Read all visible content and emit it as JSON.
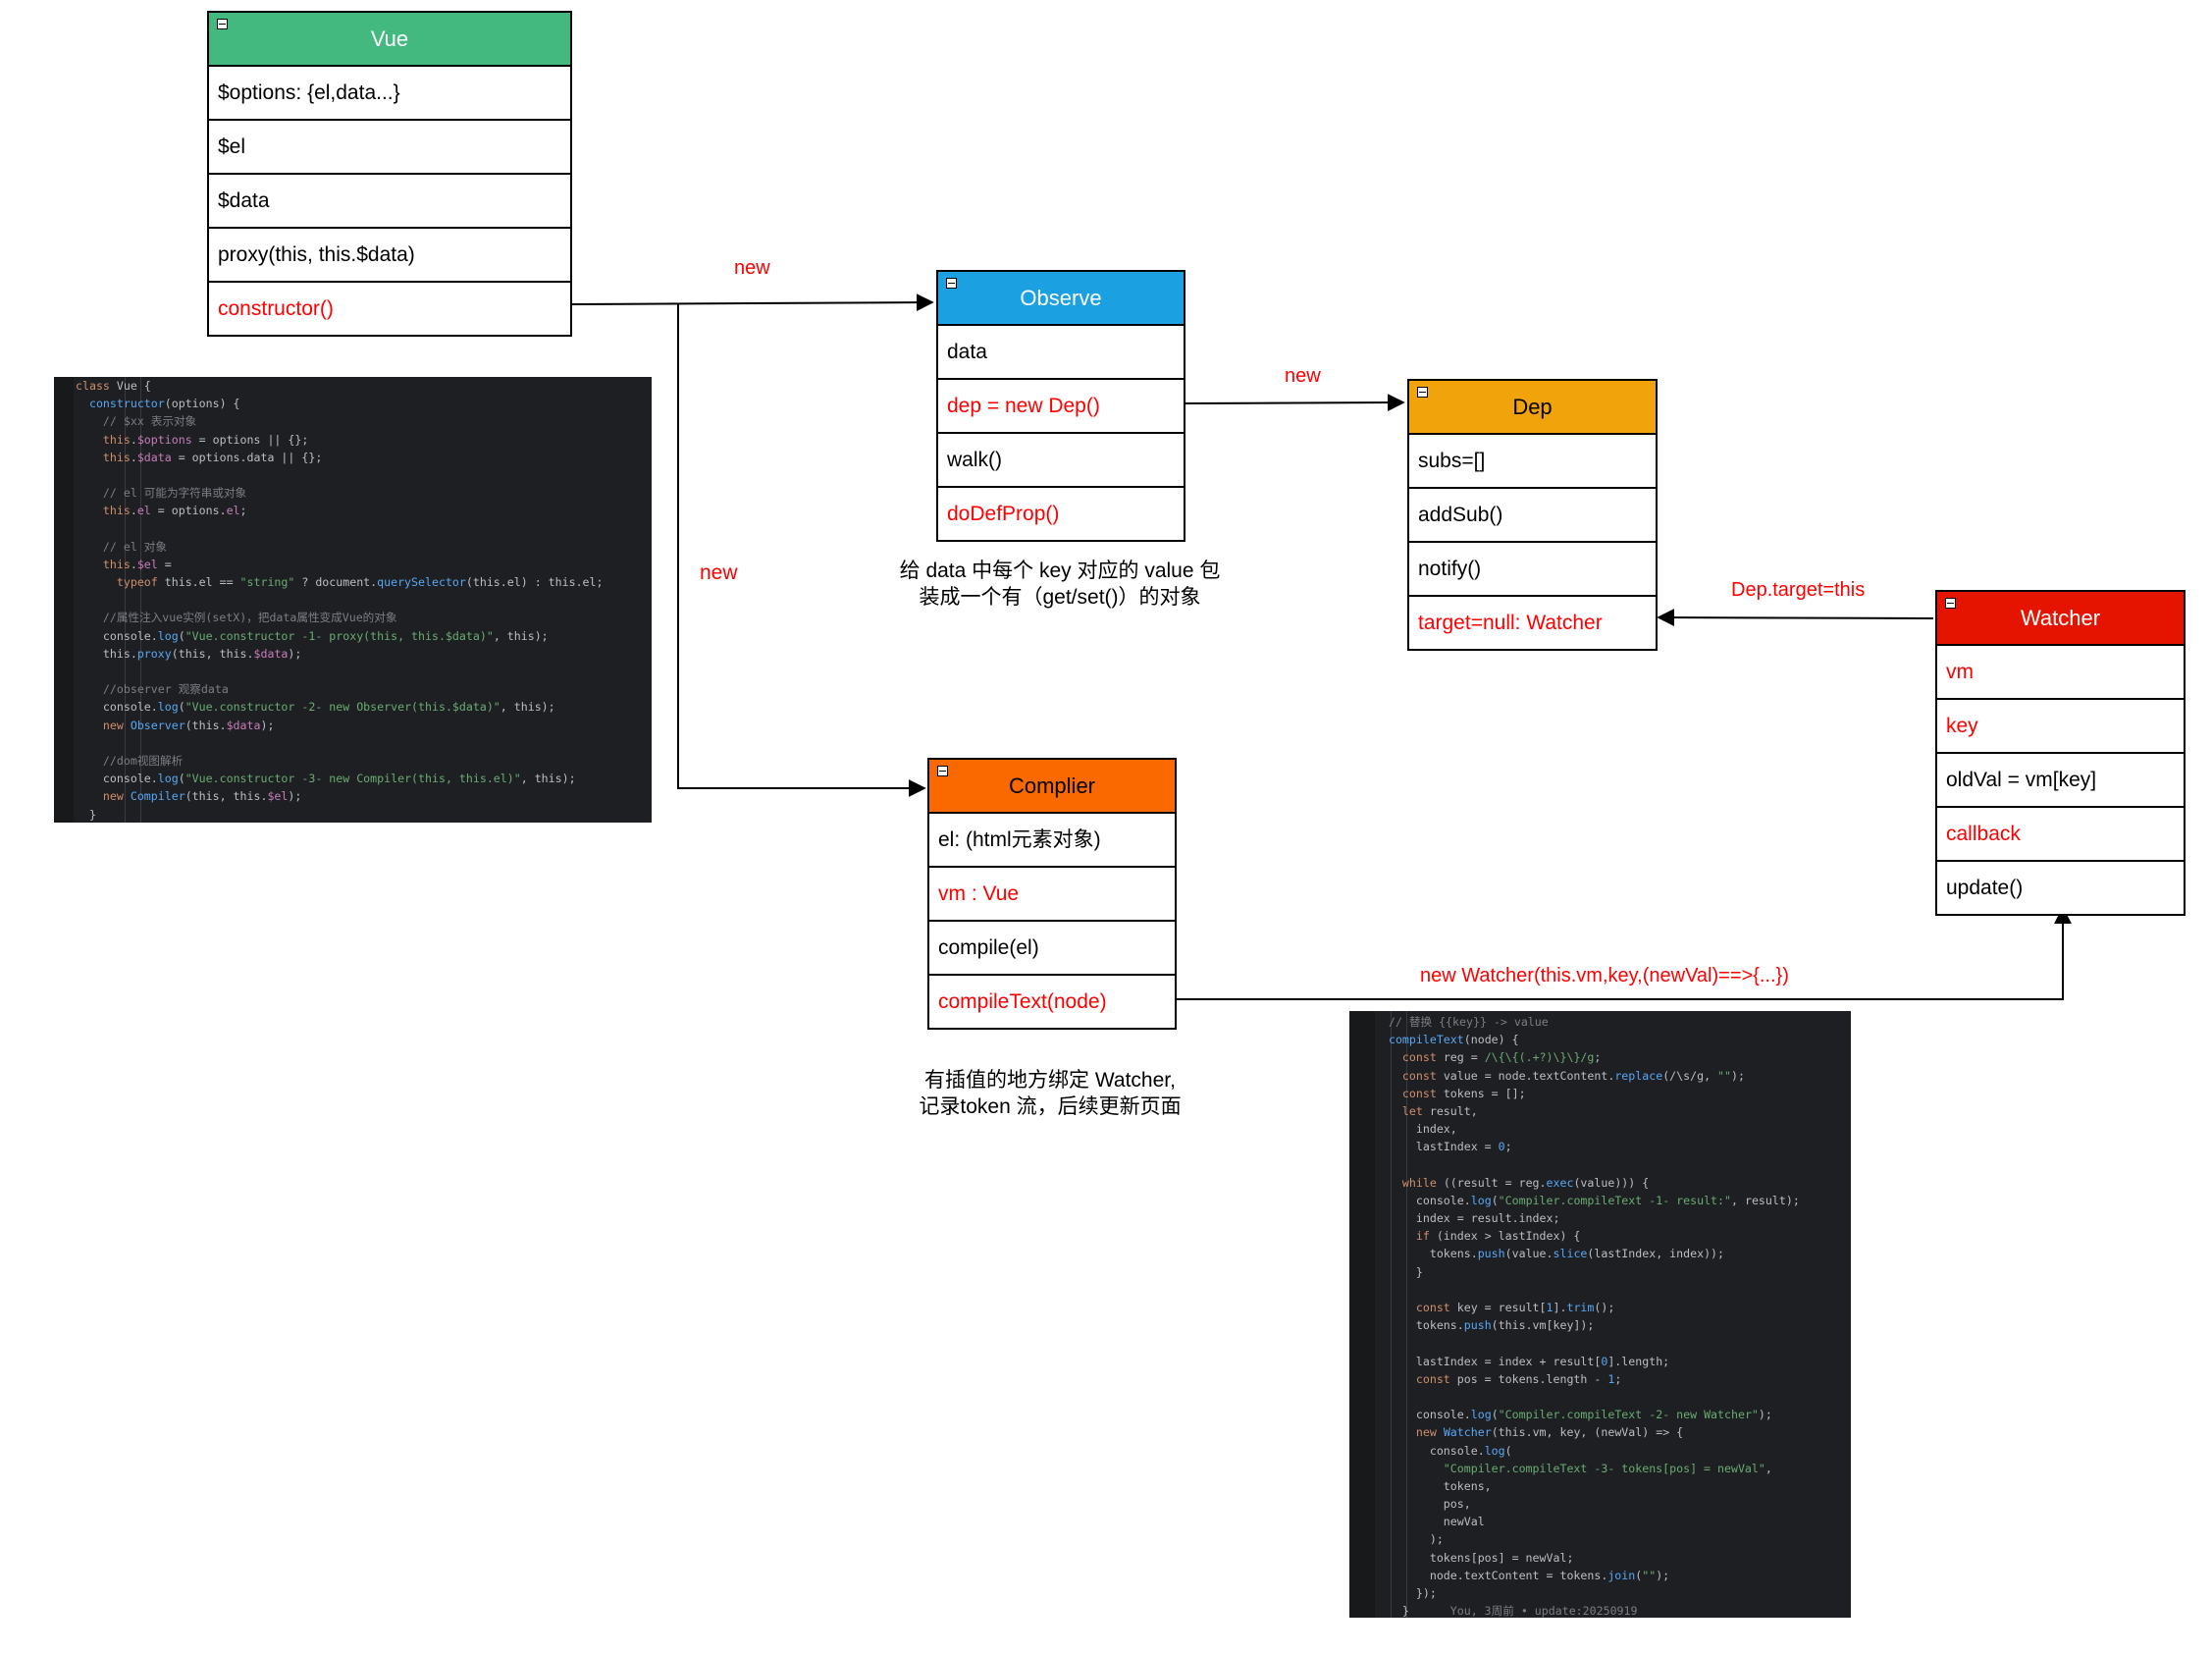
{
  "colors": {
    "vue": "#43b97f",
    "observe": "#1ba1e2",
    "dep": "#f0a30a",
    "watcher": "#e51400",
    "complier": "#fa6800",
    "highlight": "#ff0000",
    "code_bg": "#1e1f22",
    "code_text": "#bcbec4",
    "code_keyword": "#cf8e6d",
    "code_string": "#6aab73",
    "code_comment": "#7a7e85",
    "code_prop": "#c77dbb",
    "code_fn": "#56a8f5"
  },
  "classes": {
    "vue": {
      "title": "Vue",
      "rows": [
        {
          "text": "$options: {el,data...}",
          "red": false
        },
        {
          "text": "$el",
          "red": false
        },
        {
          "text": "$data",
          "red": false
        },
        {
          "text": "proxy(this, this.$data)",
          "red": false
        },
        {
          "text": "constructor()",
          "red": true
        }
      ]
    },
    "observe": {
      "title": "Observe",
      "rows": [
        {
          "text": "data",
          "red": false
        },
        {
          "text": "dep = new Dep()",
          "red": true
        },
        {
          "text": "walk()",
          "red": false
        },
        {
          "text": "doDefProp()",
          "red": true
        }
      ]
    },
    "dep": {
      "title": "Dep",
      "rows": [
        {
          "text": "subs=[]",
          "red": false
        },
        {
          "text": "addSub()",
          "red": false
        },
        {
          "text": "notify()",
          "red": false
        },
        {
          "text": "target=null: Watcher",
          "red": true
        }
      ]
    },
    "watcher": {
      "title": "Watcher",
      "rows": [
        {
          "text": "vm",
          "red": true
        },
        {
          "text": "key",
          "red": true
        },
        {
          "text": "oldVal = vm[key]",
          "red": false
        },
        {
          "text": "callback",
          "red": true
        },
        {
          "text": "update()",
          "red": false
        }
      ]
    },
    "complier": {
      "title": "Complier",
      "rows": [
        {
          "text": "el: (html元素对象)",
          "red": false
        },
        {
          "text": "vm : Vue",
          "red": true
        },
        {
          "text": "compile(el)",
          "red": false
        },
        {
          "text": "compileText(node)",
          "red": true
        }
      ]
    }
  },
  "edge_labels": {
    "vue_to_observe": "new",
    "vue_to_complier": "new",
    "observe_to_dep": "new",
    "watcher_to_dep": "Dep.target=this",
    "complier_to_watcher": "new Watcher(this.vm,key,(newVal)==>{...})"
  },
  "notes": {
    "observe_note": [
      "给 data 中每个 key 对应的 value 包",
      "装成一个有（get/set()）的对象"
    ],
    "complier_note": [
      "有插值的地方绑定 Watcher,",
      "记录token 流，后续更新页面"
    ]
  },
  "code_vue": [
    [
      [
        "class ",
        "k"
      ],
      [
        "Vue ",
        "t"
      ],
      [
        "{",
        "t"
      ]
    ],
    [
      [
        "  constructor",
        "f"
      ],
      [
        "(options) {",
        "t"
      ]
    ],
    [
      [
        "    // $xx 表示对象",
        "c"
      ]
    ],
    [
      [
        "    this",
        "k"
      ],
      [
        ".",
        "t"
      ],
      [
        "$options",
        "p"
      ],
      [
        " = options || {};",
        "t"
      ]
    ],
    [
      [
        "    this",
        "k"
      ],
      [
        ".",
        "t"
      ],
      [
        "$data",
        "p"
      ],
      [
        " = options.data || {};",
        "t"
      ]
    ],
    [
      [
        "",
        "t"
      ]
    ],
    [
      [
        "    // el 可能为字符串或对象",
        "c"
      ]
    ],
    [
      [
        "    this",
        "k"
      ],
      [
        ".",
        "t"
      ],
      [
        "el",
        "p"
      ],
      [
        " = options.",
        "t"
      ],
      [
        "el",
        "p"
      ],
      [
        ";",
        "t"
      ]
    ],
    [
      [
        "",
        "t"
      ]
    ],
    [
      [
        "    // el 对象",
        "c"
      ]
    ],
    [
      [
        "    this",
        "k"
      ],
      [
        ".",
        "t"
      ],
      [
        "$el",
        "p"
      ],
      [
        " =",
        "t"
      ]
    ],
    [
      [
        "      typeof ",
        "k"
      ],
      [
        "this.el == ",
        "t"
      ],
      [
        "\"string\"",
        "s"
      ],
      [
        " ? document.",
        "t"
      ],
      [
        "querySelector",
        "f"
      ],
      [
        "(this.el) : this.el;",
        "t"
      ]
    ],
    [
      [
        "",
        "t"
      ]
    ],
    [
      [
        "    //属性注入vue实例(setX)，把data属性变成Vue的对象",
        "c"
      ]
    ],
    [
      [
        "    console.",
        "t"
      ],
      [
        "log",
        "f"
      ],
      [
        "(",
        "t"
      ],
      [
        "\"Vue.constructor -1- proxy(this, this.$data)\"",
        "s"
      ],
      [
        ", this);",
        "t"
      ]
    ],
    [
      [
        "    this.",
        "t"
      ],
      [
        "proxy",
        "f"
      ],
      [
        "(this, this.",
        "t"
      ],
      [
        "$data",
        "p"
      ],
      [
        ");",
        "t"
      ]
    ],
    [
      [
        "",
        "t"
      ]
    ],
    [
      [
        "    //observer 观察data",
        "c"
      ]
    ],
    [
      [
        "    console.",
        "t"
      ],
      [
        "log",
        "f"
      ],
      [
        "(",
        "t"
      ],
      [
        "\"Vue.constructor -2- new Observer(this.$data)\"",
        "s"
      ],
      [
        ", this);",
        "t"
      ]
    ],
    [
      [
        "    new ",
        "k"
      ],
      [
        "Observer",
        "f"
      ],
      [
        "(this.",
        "t"
      ],
      [
        "$data",
        "p"
      ],
      [
        ");",
        "t"
      ]
    ],
    [
      [
        "",
        "t"
      ]
    ],
    [
      [
        "    //dom视图解析",
        "c"
      ]
    ],
    [
      [
        "    console.",
        "t"
      ],
      [
        "log",
        "f"
      ],
      [
        "(",
        "t"
      ],
      [
        "\"Vue.constructor -3- new Compiler(this, this.el)\"",
        "s"
      ],
      [
        ", this);",
        "t"
      ]
    ],
    [
      [
        "    new ",
        "k"
      ],
      [
        "Compiler",
        "f"
      ],
      [
        "(this, this.",
        "t"
      ],
      [
        "$el",
        "p"
      ],
      [
        ");",
        "t"
      ]
    ],
    [
      [
        "  }",
        "t"
      ]
    ]
  ],
  "code_compile": [
    [
      [
        "  // 替换 {{key}} -> value",
        "c"
      ]
    ],
    [
      [
        "  compileText",
        "f"
      ],
      [
        "(node) {",
        "t"
      ]
    ],
    [
      [
        "    const ",
        "k"
      ],
      [
        "reg = ",
        "t"
      ],
      [
        "/\\{\\{(.+?)\\}\\}/g",
        "s"
      ],
      [
        ";",
        "t"
      ]
    ],
    [
      [
        "    const ",
        "k"
      ],
      [
        "value = node.textContent.",
        "t"
      ],
      [
        "replace",
        "f"
      ],
      [
        "(/\\s/g, ",
        "t"
      ],
      [
        "\"\"",
        "s"
      ],
      [
        ");",
        "t"
      ]
    ],
    [
      [
        "    const ",
        "k"
      ],
      [
        "tokens = [];",
        "t"
      ]
    ],
    [
      [
        "    let ",
        "k"
      ],
      [
        "result,",
        "t"
      ]
    ],
    [
      [
        "      index,",
        "t"
      ]
    ],
    [
      [
        "      lastIndex = ",
        "t"
      ],
      [
        "0",
        "f"
      ],
      [
        ";",
        "t"
      ]
    ],
    [
      [
        "",
        "t"
      ]
    ],
    [
      [
        "    while ",
        "k"
      ],
      [
        "((result = reg.",
        "t"
      ],
      [
        "exec",
        "f"
      ],
      [
        "(value))) {",
        "t"
      ]
    ],
    [
      [
        "      console.",
        "t"
      ],
      [
        "log",
        "f"
      ],
      [
        "(",
        "t"
      ],
      [
        "\"Compiler.compileText -1- result:\"",
        "s"
      ],
      [
        ", result);",
        "t"
      ]
    ],
    [
      [
        "      index = result.index;",
        "t"
      ]
    ],
    [
      [
        "      if ",
        "k"
      ],
      [
        "(index > lastIndex) {",
        "t"
      ]
    ],
    [
      [
        "        tokens.",
        "t"
      ],
      [
        "push",
        "f"
      ],
      [
        "(value.",
        "t"
      ],
      [
        "slice",
        "f"
      ],
      [
        "(lastIndex, index));",
        "t"
      ]
    ],
    [
      [
        "      }",
        "t"
      ]
    ],
    [
      [
        "",
        "t"
      ]
    ],
    [
      [
        "      const ",
        "k"
      ],
      [
        "key = result[",
        "t"
      ],
      [
        "1",
        "f"
      ],
      [
        "].",
        "t"
      ],
      [
        "trim",
        "f"
      ],
      [
        "();",
        "t"
      ]
    ],
    [
      [
        "      tokens.",
        "t"
      ],
      [
        "push",
        "f"
      ],
      [
        "(this.vm[key]);",
        "t"
      ]
    ],
    [
      [
        "",
        "t"
      ]
    ],
    [
      [
        "      lastIndex = index + result[",
        "t"
      ],
      [
        "0",
        "f"
      ],
      [
        "].length;",
        "t"
      ]
    ],
    [
      [
        "      const ",
        "k"
      ],
      [
        "pos = tokens.length - ",
        "t"
      ],
      [
        "1",
        "f"
      ],
      [
        ";",
        "t"
      ]
    ],
    [
      [
        "",
        "t"
      ]
    ],
    [
      [
        "      console.",
        "t"
      ],
      [
        "log",
        "f"
      ],
      [
        "(",
        "t"
      ],
      [
        "\"Compiler.compileText -2- new Watcher\"",
        "s"
      ],
      [
        ");",
        "t"
      ]
    ],
    [
      [
        "      new ",
        "k"
      ],
      [
        "Watcher",
        "f"
      ],
      [
        "(this.vm, key, (newVal) => {",
        "t"
      ]
    ],
    [
      [
        "        console.",
        "t"
      ],
      [
        "log",
        "f"
      ],
      [
        "(",
        "t"
      ]
    ],
    [
      [
        "          \"Compiler.compileText -3- tokens[pos] = newVal\"",
        "s"
      ],
      [
        ",",
        "t"
      ]
    ],
    [
      [
        "          tokens,",
        "t"
      ]
    ],
    [
      [
        "          pos,",
        "t"
      ]
    ],
    [
      [
        "          newVal",
        "t"
      ]
    ],
    [
      [
        "        );",
        "t"
      ]
    ],
    [
      [
        "        tokens[pos] = newVal;",
        "t"
      ]
    ],
    [
      [
        "        node.textContent = tokens.",
        "t"
      ],
      [
        "join",
        "f"
      ],
      [
        "(",
        "t"
      ],
      [
        "\"\"",
        "s"
      ],
      [
        ");",
        "t"
      ]
    ],
    [
      [
        "      });",
        "t"
      ]
    ],
    [
      [
        "    }      ",
        "t"
      ],
      [
        "You, 3周前 • update:20250919",
        "c"
      ]
    ]
  ]
}
